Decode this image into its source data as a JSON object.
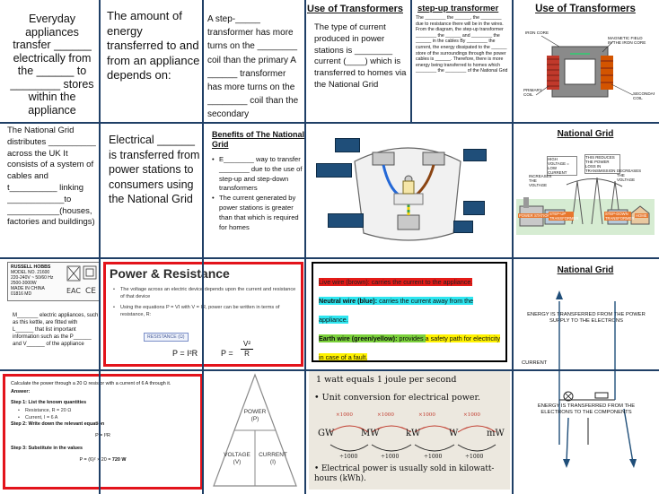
{
  "cells": {
    "r1c1": {
      "text": "Everyday appliances transfer ______ electrically from the ______ to ________ stores within the appliance"
    },
    "r1c2": {
      "text": "The amount of energy transferred to and from an appliance depends on:"
    },
    "r1c3": {
      "text": "A step-_____ transformer has more turns on the ________ coil than the primary A ______ transformer has more turns on the ________ coil than the secondary"
    },
    "r1c4": {
      "title": "Use of Transformers",
      "text": "The type of current produced in power stations is ________ current (____) which is transferred to homes via the National Grid"
    },
    "r1c5": {
      "title": "step-up transformer",
      "text": "The ________ the ______, the ________ due to resistance there will be in the wires. From the diagram, the step-up transformer ________ the ______ and ________ the ______ in the cables By ________ the current, the energy dissipated to the ______ store of the surroundings through the power cables is ______. Therefore, there is more energy being transferred to homes which ________ the ________ of the National Grid"
    },
    "r1c6": {
      "title": "Use of Transformers",
      "diagram_labels": [
        "IRON CORE",
        "MAGNETIC FIELD IN THE IRON CORE",
        "PRIMARY COIL",
        "SECONDARY COIL"
      ]
    },
    "r2c1": {
      "text": "The National Grid distributes __________ across the UK It consists of a system of cables and t__________ linking ____________to ___________(houses, factories and buildings)"
    },
    "r2c2": {
      "text": "Electrical ______ is transferred from power stations to consumers using the National Grid"
    },
    "r2c3": {
      "title": "Benefits of The National Grid",
      "bullets": [
        "E________ way to transfer ________ due to the use of step-up and step-down transformers",
        "The current generated by power stations is greater than that which is required for homes"
      ]
    },
    "r2c5": {
      "title": "National Grid",
      "labels": [
        "HIGH VOLTAGE = LOW CURRENT",
        "THIS REDUCES THE POWER LOSS IN TRANSMISSION",
        "INCREASES THE VOLTAGE",
        "DECREASES THE VOLTAGE",
        "POWER STATION",
        "STEP-UP TRANSFORMER",
        "STEP-DOWN TRANSFORMER",
        "HOME"
      ]
    },
    "r3c1": {
      "label_lines": [
        "RUSSELL HOBBS",
        "MODEL NO. 21600",
        "220-240V ~ 50/60 Hz",
        "2500-3000W",
        "MADE IN CHINA",
        "01816 MD"
      ],
      "text": "M_______ electric appliances, such as this kettle, are fitted with L______ that list important information such as the P______ and V______ of the appliance"
    },
    "r3c2": {
      "title": "Power & Resistance",
      "bullets": [
        "The voltage across an electric device depends upon the current and resistance of that device",
        "Using the equations P = VI with V = IR, power can be written in terms of resistance, R:"
      ],
      "resistance_label": "RESISTANCE (Ω)",
      "eq1": "P = I²R",
      "eq2_lhs": "P =",
      "eq2_num": "V²",
      "eq2_den": "R"
    },
    "r3c3": {
      "live": "Live wire (brown): carries the current to the appliance.",
      "neutral_label": "Neutral wire (blue):",
      "neutral_text": " carries the current away from the appliance.",
      "earth_label": "Earth wire (green/yellow):",
      "earth_text1": " provides ",
      "earth_text2": "a safety path for electricity in case of a fault."
    },
    "r3c5": {
      "title": "National Grid",
      "top_text": "ENERGY IS TRANSFERRED FROM THE POWER SUPPLY TO THE ELECTRONS",
      "current": "CURRENT",
      "bottom_text": "ENERGY IS TRANSFERRED FROM THE ELECTRONS TO THE COMPONENTS"
    },
    "r4c1": {
      "question": "Calculate the power through a 20 Ω resistor with a current of 6 A through it.",
      "answer": "Answer:",
      "step1": "Step 1: List the known quantities",
      "known1": "Resistance, R = 20 Ω",
      "known2": "Current, I = 6 A",
      "step2": "Step 2: Write down the relevant equation",
      "eq": "P = I²R",
      "step3": "Step 3: Substitute in the values",
      "result_prefix": "P = (6)² × 20 = ",
      "result": "720 W"
    },
    "r4c2": {
      "power": "POWER",
      "power_sym": "(P)",
      "voltage": "VOLTAGE",
      "voltage_sym": "(V)",
      "current": "CURRENT",
      "current_sym": "(I)"
    },
    "r4c3": {
      "line1": "1 watt equals 1 joule per second",
      "line2": "• Unit conversion for electrical power.",
      "top_ops": [
        "×1000",
        "×1000",
        "×1000",
        "×1000"
      ],
      "units": [
        "GW",
        "MW",
        "kW",
        "W",
        "mW"
      ],
      "bottom_ops": [
        "÷1000",
        "÷1000",
        "÷1000",
        "÷1000"
      ],
      "line3": "• Electrical power is usually sold in kilowatt-hours (kWh)."
    }
  }
}
